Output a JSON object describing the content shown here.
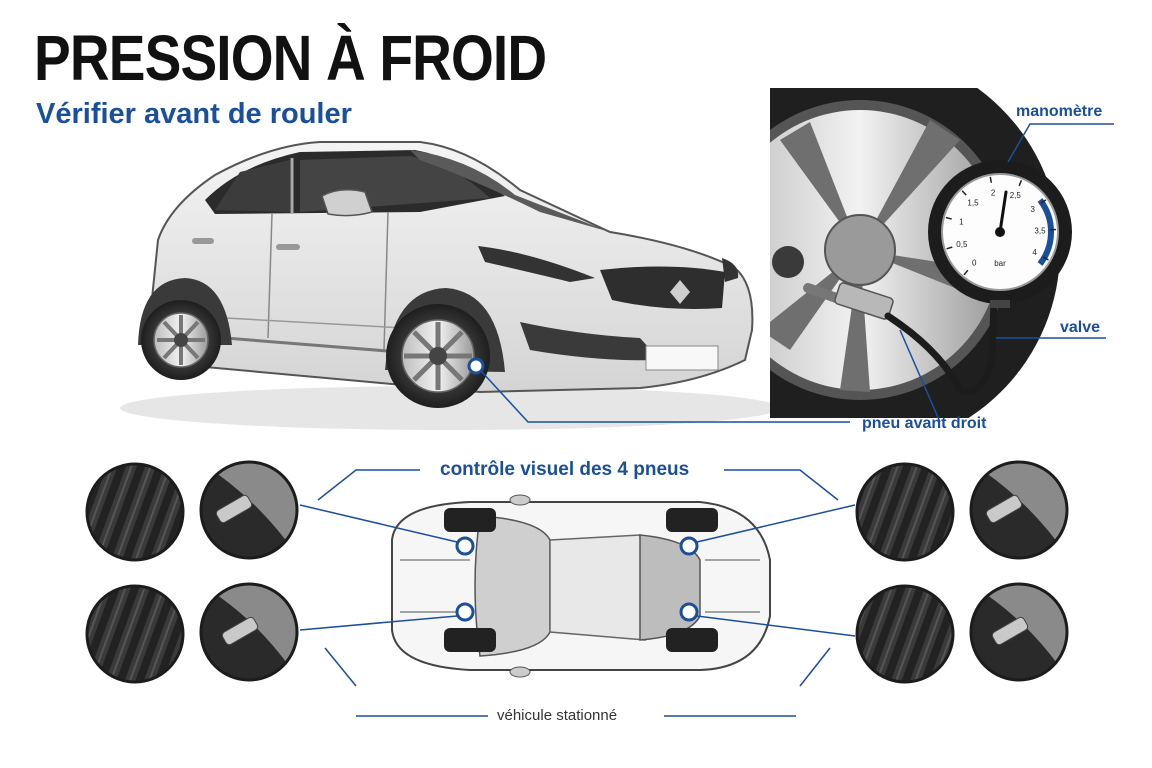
{
  "header": {
    "title": "PRESSION À FROID",
    "subtitle": "Vérifier avant de rouler"
  },
  "labels": {
    "gauge": "manomètre",
    "valve": "valve",
    "front_right_tire": "pneu avant droit",
    "visual_check": "contrôle visuel des 4 pneus",
    "parked_vehicle": "véhicule stationné"
  },
  "gauge": {
    "scale": [
      "0",
      "0,5",
      "1",
      "1,5",
      "2",
      "2,5",
      "3",
      "3,5",
      "4"
    ],
    "unit": "bar"
  },
  "icons": [
    "car-icon",
    "tire-gauge-icon",
    "tire-tread-icon",
    "valve-cap-icon",
    "car-top-view-icon"
  ],
  "colors": {
    "accent": "#1a4f9c",
    "title": "#111111",
    "lines": "#1a4f9c"
  }
}
